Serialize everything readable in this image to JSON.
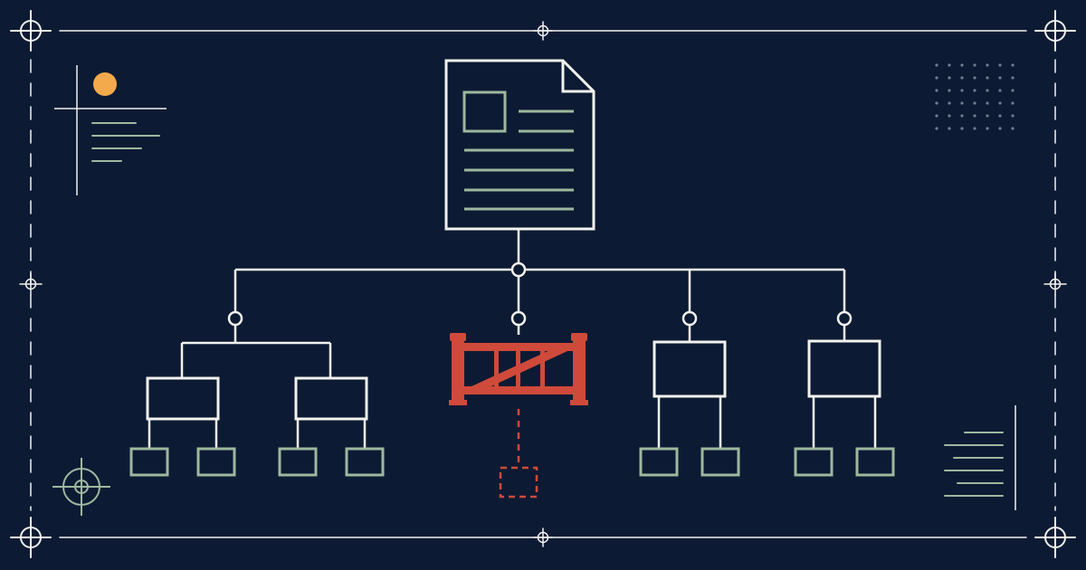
{
  "canvas": {
    "background": "#0d1a33"
  },
  "colors": {
    "stroke": "#f2f2ee",
    "accent_green": "#9db89e",
    "gate_red": "#cf4a3a",
    "sun_orange": "#f2aa4c",
    "dots": "#6d7f8e"
  },
  "diagram": {
    "root": {
      "icon": "document-icon",
      "kind": "page"
    },
    "branches": [
      {
        "name": "branch-1",
        "type": "folder",
        "children": [
          "folder",
          "folder"
        ],
        "leaves_per_child": 2
      },
      {
        "name": "branch-2",
        "type": "blocked",
        "icon": "gate-icon",
        "leaf": "placeholder-leaf"
      },
      {
        "name": "branch-3",
        "type": "folder",
        "leaves": 2
      },
      {
        "name": "branch-4",
        "type": "folder",
        "leaves": 2
      }
    ]
  },
  "decor": {
    "frame": "crosshair-frame",
    "top_left": "sun-icon",
    "top_right": "dot-grid",
    "bottom_left": "target-icon",
    "bottom_right": "text-lines"
  }
}
